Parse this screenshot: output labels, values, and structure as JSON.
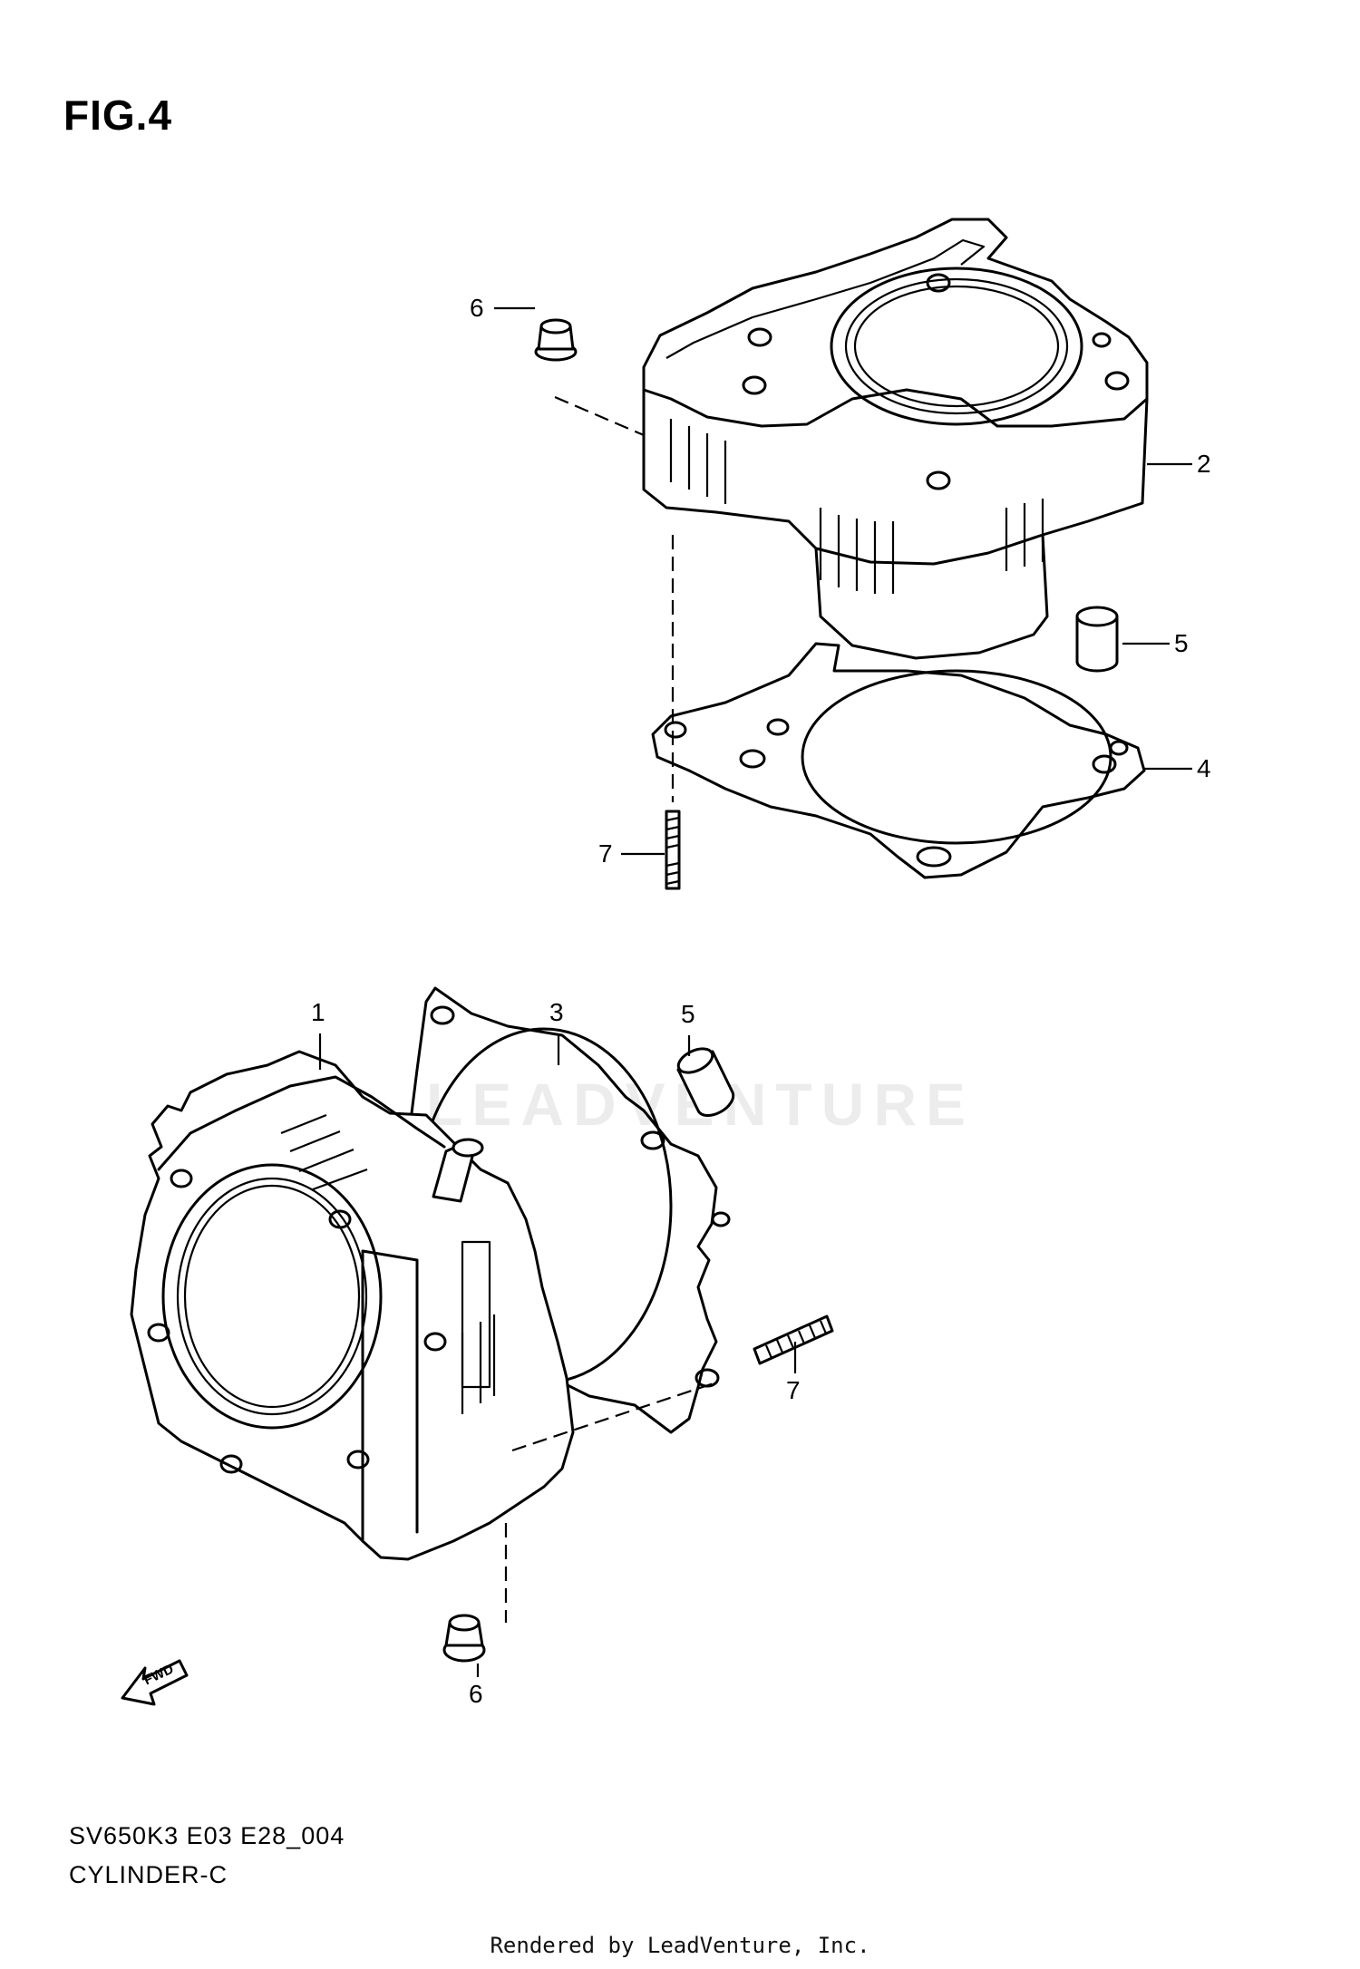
{
  "figure": {
    "title": "FIG.4",
    "model_code": "SV650K3 E03 E28_004",
    "section_name": "CYLINDER-C"
  },
  "watermark": "LEADVENTURE",
  "fwd_arrow_label": "FWD",
  "credit": "Rendered by LeadVenture, Inc.",
  "callouts": {
    "rear_nut": "6",
    "rear_cylinder": "2",
    "rear_dowel": "5",
    "rear_gasket": "4",
    "rear_stud": "7",
    "front_cylinder": "1",
    "front_gasket": "3",
    "front_dowel": "5",
    "front_stud": "7",
    "front_nut": "6"
  }
}
